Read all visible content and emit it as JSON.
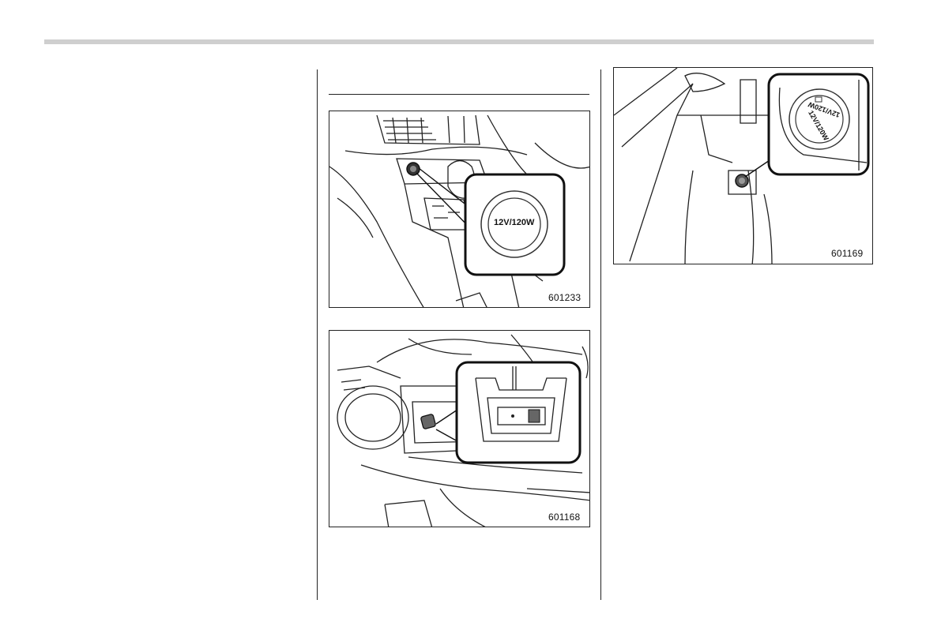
{
  "figures": [
    {
      "code": "601233",
      "callout_text": "12V/120W"
    },
    {
      "code": "601168"
    },
    {
      "code": "601169",
      "callout_text_line1": "12V/120W",
      "callout_text_line2": "12V/120W"
    }
  ]
}
